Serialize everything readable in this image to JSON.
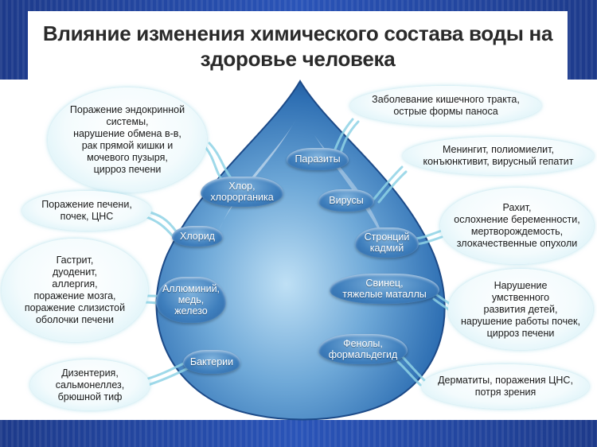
{
  "title": "Влияние изменения химического состава воды на здоровье человека",
  "colors": {
    "frame_blue": "#2a54b8",
    "drop_blue": "#3a7dc0",
    "bubble_glow": "#cfeef6"
  },
  "clouds": [
    {
      "label": "Хлор,\nхлорорганика"
    },
    {
      "label": "Хлорид"
    },
    {
      "label": "Аллюминий,\nмедь,\nжелезо"
    },
    {
      "label": "Бактерии"
    },
    {
      "label": "Паразиты"
    },
    {
      "label": "Вирусы"
    },
    {
      "label": "Стронций\nкадмий"
    },
    {
      "label": "Свинец,\nтяжелые маталлы"
    },
    {
      "label": "Фенолы,\nформальдегид"
    }
  ],
  "bubbles": [
    {
      "text": "Поражение эндокринной\nсистемы,\nнарушение обмена в-в,\nрак прямой кишки и\nмочевого пузыря,\nцирроз печени"
    },
    {
      "text": "Поражение печени,\nпочек, ЦНС"
    },
    {
      "text": "Гастрит,\nдуоденит,\nаллергия,\nпоражение мозга,\nпоражение слизистой\nоболочки печени"
    },
    {
      "text": "Дизентерия,\nсальмонеллез,\nбрюшной тиф"
    },
    {
      "text": "Заболевание кишечного тракта,\nострые формы паноса"
    },
    {
      "text": "Менингит, полиомиелит,\nконъюнктивит, вирусный гепатит"
    },
    {
      "text": "Рахит,\nослохнение беременности,\nмертворождемость,\nзлокачественные опухоли"
    },
    {
      "text": "Нарушение\nумственного\nразвития детей,\nнарушение работы почек,\nцирроз печени"
    },
    {
      "text": "Дерматиты, поражения ЦНС,\nпотря зрения"
    }
  ]
}
